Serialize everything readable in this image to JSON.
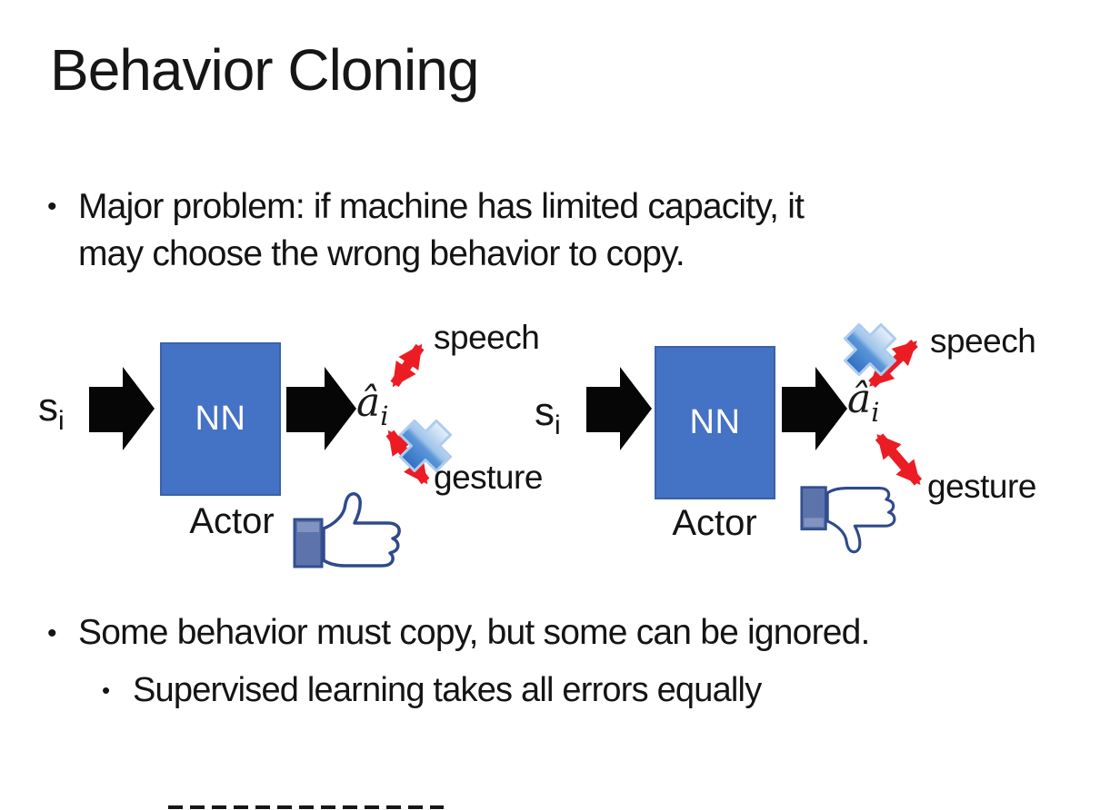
{
  "slide": {
    "title": "Behavior Cloning",
    "bullet1_line1": "Major problem: if machine has limited capacity, it",
    "bullet1_line2": "may choose the wrong behavior to copy.",
    "bullet2": "Some behavior must copy, but some can be ignored.",
    "bullet2_sub": "Supervised learning takes all errors equally",
    "bullet_marker": "•"
  },
  "diagram": {
    "left": {
      "state_label": "s",
      "state_sub": "i",
      "box_label": "NN",
      "output_label": "â",
      "output_sub": "i",
      "role_label": "Actor",
      "action_top": "speech",
      "action_bottom": "gesture",
      "crossed_action": "gesture",
      "feedback_icon": "thumbs-up"
    },
    "right": {
      "state_label": "s",
      "state_sub": "i",
      "box_label": "NN",
      "output_label": "â",
      "output_sub": "i",
      "role_label": "Actor",
      "action_top": "speech",
      "action_bottom": "gesture",
      "crossed_action": "speech",
      "feedback_icon": "thumbs-down"
    }
  },
  "icons": {
    "black_arrow": "right-arrow",
    "red_double_arrow": "double-headed-arrow",
    "x_mark": "blue-x-cross",
    "thumb_up": "facebook-like",
    "thumb_down": "facebook-dislike"
  },
  "colors": {
    "nn_box_fill": "#4472C4",
    "nn_box_border": "#3A62A8",
    "black_arrow": "#060606",
    "red_arrow": "#EC1C24",
    "thumb_outline": "#2E4A8C",
    "thumb_sleeve": "#5D73AC",
    "x_blue_dark": "#2F6FC2",
    "x_blue_light": "#E8F1FB"
  }
}
